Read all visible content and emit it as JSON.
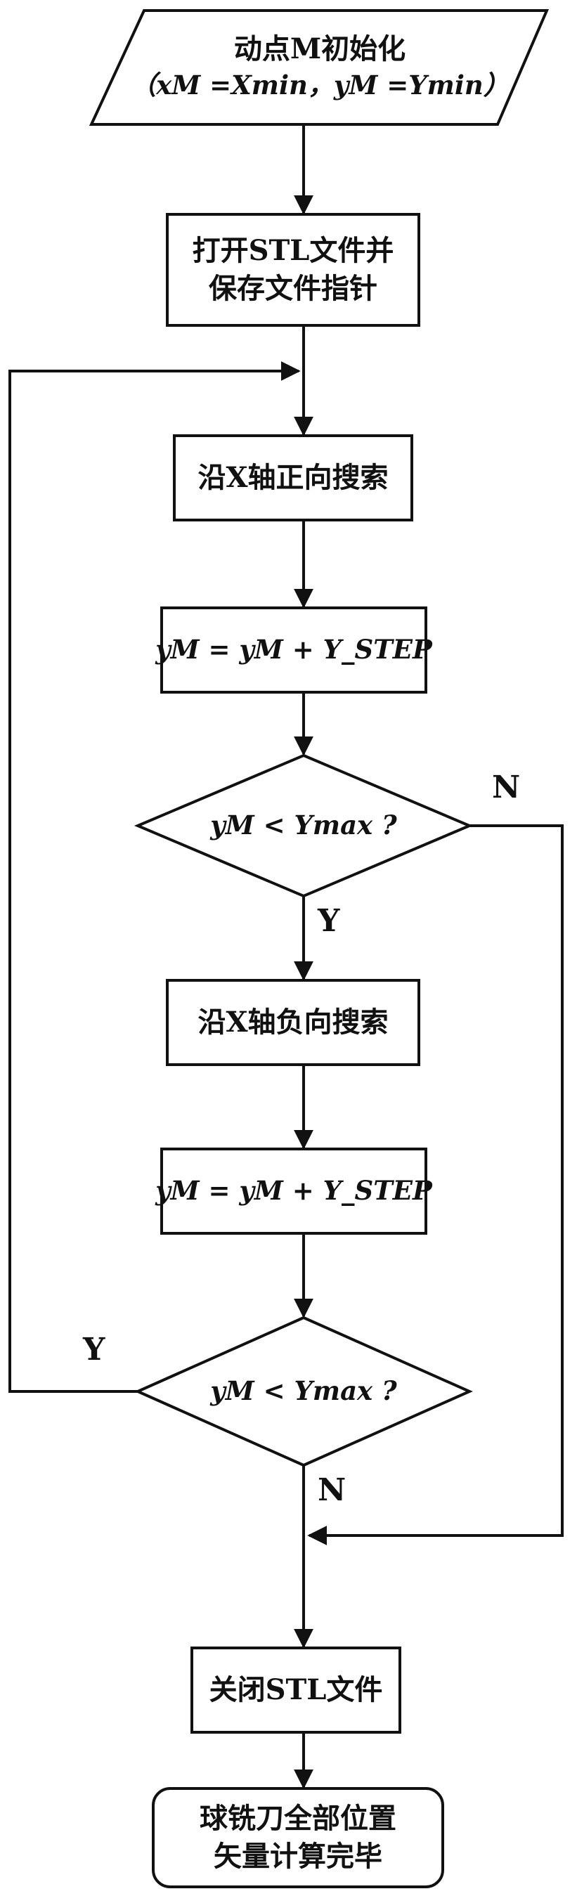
{
  "flowchart": {
    "start_line1": "动点M初始化",
    "start_line2": "（xM =Xmin，yM =Ymin）",
    "open_line1": "打开STL文件并",
    "open_line2": "保存文件指针",
    "search_pos": "沿X轴正向搜索",
    "step1": "yM = yM + Y_STEP",
    "cond1": "yM < Ymax ?",
    "search_neg": "沿X轴负向搜索",
    "step2": "yM = yM + Y_STEP",
    "cond2": "yM < Ymax ?",
    "close": "关闭STL文件",
    "end_line1": "球铣刀全部位置",
    "end_line2": "矢量计算完毕",
    "label_n1": "N",
    "label_y1": "Y",
    "label_y2": "Y",
    "label_n2": "N"
  }
}
